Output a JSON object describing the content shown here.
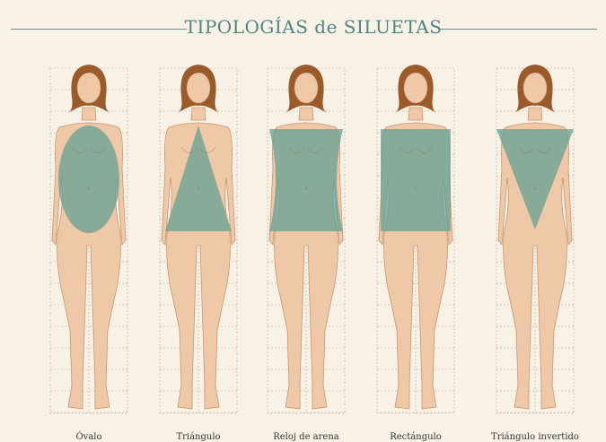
{
  "header": {
    "title": "TIPOLOGÍAS de SILUETAS"
  },
  "colors": {
    "background": "#f7f1e6",
    "accent": "#4f8583",
    "skin": "#efc8a8",
    "hair": "#9a5a2a",
    "overlay": "#5f9f93",
    "grid": "#b6a892"
  },
  "figures": [
    {
      "id": "ovalo",
      "label": "Óvalo",
      "shape": "oval"
    },
    {
      "id": "triangulo",
      "label": "Triángulo",
      "shape": "triangle"
    },
    {
      "id": "reloj-de-arena",
      "label": "Reloj de arena",
      "shape": "hourglass"
    },
    {
      "id": "rectangulo",
      "label": "Rectángulo",
      "shape": "rectangle"
    },
    {
      "id": "triangulo-invertido",
      "label": "Triángulo invertido",
      "shape": "inverted-triangle"
    }
  ]
}
